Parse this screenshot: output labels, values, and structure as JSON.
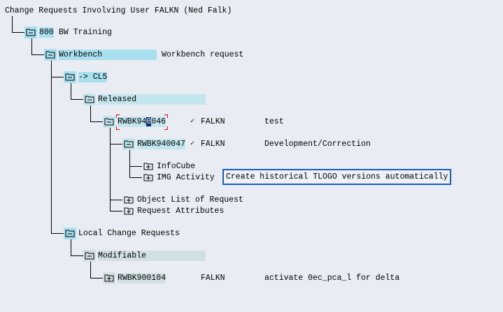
{
  "title": "Change Requests Involving User FALKN (Ned Falk)",
  "tree": {
    "system": {
      "id": "800",
      "label": "BW Training"
    },
    "workbench": {
      "label": "Workbench",
      "description": "Workbench request"
    },
    "target": {
      "label": "-> CL5"
    },
    "released": {
      "label": "Released"
    },
    "request1": {
      "id_pre": "RWBK94",
      "id_cursor": "0",
      "id_post": "046",
      "check": "✓",
      "owner": "FALKN",
      "description": "test"
    },
    "task1": {
      "id": "RWBK940047",
      "check": "✓",
      "owner": "FALKN",
      "description": "Development/Correction"
    },
    "infocube": {
      "label": "InfoCube"
    },
    "img_activity": {
      "label": "IMG Activity",
      "value": "Create historical TLOGO versions automatically"
    },
    "object_list": {
      "label": "Object List of Request"
    },
    "request_attrs": {
      "label": "Request Attributes"
    },
    "local": {
      "label": "Local Change Requests"
    },
    "modifiable": {
      "label": "Modifiable"
    },
    "request2": {
      "id": "RWBK900104",
      "owner": "FALKN",
      "description": "activate 0ec_pca_l for delta"
    }
  },
  "icons": {
    "expanded": "folder-open-icon",
    "collapsed": "folder-closed-icon"
  },
  "colors": {
    "highlight": "#a8e0ef",
    "selection_box": "#1a5fb4",
    "marker": "#dd0000"
  }
}
